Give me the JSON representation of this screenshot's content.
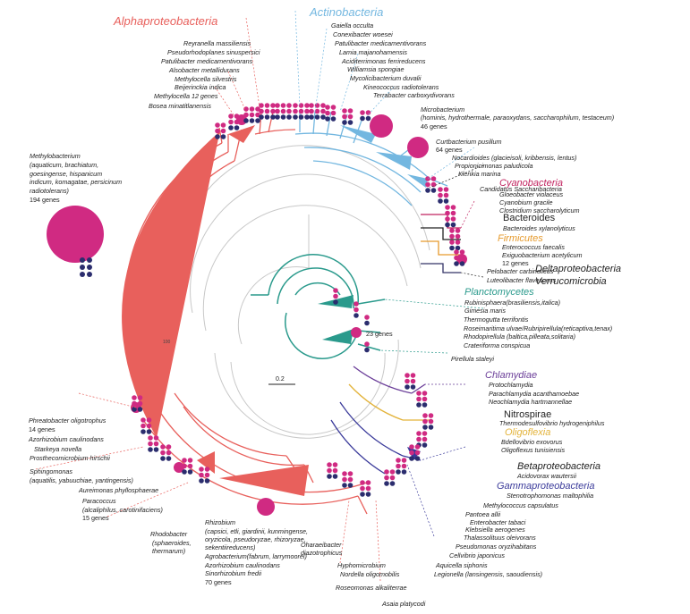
{
  "scale_bar": "0.2",
  "bootstrap": "100",
  "colors": {
    "alpha": "#e8605c",
    "actino": "#73b7e0",
    "cyano": "#c1235f",
    "firmicutes": "#e69a2c",
    "plancto": "#2a9a8c",
    "chlamydiae": "#6a3d98",
    "oligoflexia": "#e3b33a",
    "gamma": "#3a3a9a",
    "magenta": "#d02a82",
    "navy": "#2b2d6e",
    "dark": "#222222"
  },
  "groups": {
    "alpha": "Alphaproteobacteria",
    "actino": "Actinobacteria",
    "cyano": "Cyanobacteria",
    "bacteroides": "Bacteroides",
    "firmicutes": "Firmicutes",
    "delta": "Deltaproteobacteria",
    "verruco": "Verrucomicrobia",
    "plancto": "Planctomycetes",
    "chlamydiae": "Chlamydiae",
    "nitrospirae": "Nitrospirae",
    "oligoflexia": "Oligoflexia",
    "beta": "Betaproteobacteria",
    "gamma": "Gammaproteobacteria"
  },
  "labels": {
    "a1": "Reyranella massiliensis",
    "a2": "Pseudorhodoplanes sinuspersici",
    "a3": "Patulibacter medicamentivorans",
    "a4": "Alsobacter metallidurans",
    "a5": "Methylocella silvestris",
    "a6": "Beijerinckia indica",
    "a7": "Methylocella 12 genes",
    "a8": "Bosea minatitlanensis",
    "ac1": "Gaiella occulta",
    "ac2": "Conexibacter woesei",
    "ac3": "Patulibacter medicamentivorans",
    "ac4": "Lamia majanohamensis",
    "ac5": "Aciditerrimonas ferrireducens",
    "ac6": "Williamsia spongiae",
    "ac7": "Mycolicibacterium duvalii",
    "ac8": "Kineococcus radiotolerans",
    "ac9": "Terrabacter carboxydivorans",
    "mic1": "Microbacterium",
    "mic2": "(hominis, hydrothermale, paraoxydans, saccharophilum, testaceum)",
    "mic3": "46 genes",
    "cur1": "Curtbacterium pusillum",
    "cur2": "64 genes",
    "noc": "Nocardioides (glacieisoli, kribbensis, lentus)",
    "pro": "Propionicimonas paludicola",
    "kle": "Klenkia marina",
    "cs": "Candidatus Saccharibacteria",
    "gv": "Gloeobacter violaceus",
    "cg": "Cyanobium gracile",
    "cls": "Clostridium saccharolyticum",
    "bx": "Bacteroides xylanolyticus",
    "ef": "Enterococcus faecalis",
    "ea1": "Exiguobacterium acetylicum",
    "ea2": "12 genes",
    "pc": "Pelobacter carbinolicus",
    "lf": "Luteolibacter flavescens",
    "rub": "Rubinisphaera(brasiliensis,italica)",
    "gm": "Gimesia maris",
    "tt": "Thermogutta terrifontis",
    "rm": "Roseimaritima ulvae/Rubripirellula(reticaptiva,tenax)",
    "rp": "Rhodopirellula (baltica,pilleata,solitaria)",
    "cc": "Crateriforma conspicua",
    "p23": "23 genes",
    "ps": "Pirellula staleyi",
    "pch": "Protochlamydia",
    "pac": "Parachlamydia acanthamoebae",
    "nh": "Neochlamydia hartmannellae",
    "thd": "Thermodesulfovibrio hydrogeniphilus",
    "be": "Bdellovibrio exovorus",
    "ot": "Oligoflexus tunisiensis",
    "aw": "Acidovorax wautersii",
    "sm": "Stenotrophomonas maltophilia",
    "mca": "Methylococcus capsulatus",
    "pa": "Pantoea allii",
    "et": "Enterobacter tabaci",
    "ka": "Klebsiella aerogenes",
    "to": "Thalassolituus oleivorans",
    "po": "Pseudomonas oryzihabitans",
    "cj": "Cellvibrio japonicus",
    "as": "Aquicella siphonis",
    "leg": "Legionella (lansingensis, saoudiensis)",
    "ap": "Asaia platycodi",
    "ra": "Roseomonas alkaliterrae",
    "no": "Nordella oligomobilis",
    "hy": "Hyphomicrobium",
    "od1": "Oharaeibacter",
    "od2": "diazotrophicus",
    "mb1": "Methylobacterium",
    "mb2": "(aquaticum, brachiatum,",
    "mb3": "goesingense, hispanicum",
    "mb4": "indicum, komagatae, persicinum",
    "mb5": "radiotolerans)",
    "mb6": "194 genes",
    "ph1": "Phreatobacter oligotrophus",
    "ph2": "14 genes",
    "azc": "Azorhizobium caulinodans",
    "sn": "Starkeya novella",
    "phs": "Prosthecomicrobium hirschii",
    "sp1": "Sphingomonas",
    "sp2": "(aquatilis, yabuuchiae, yantingensis)",
    "aur": "Aureimonas phyllosphaerae",
    "pcc1": "Paracoccus",
    "pcc2": "(alcaliphilus, carotinifaciens)",
    "pcc3": "15 genes",
    "rb1": "Rhodobacter",
    "rb2": "(sphaeroides,",
    "rb3": "thermarum)",
    "rz1": "Rhizobium",
    "rz2": "(capsici, etli, giardinii, kunmingense,",
    "rz3": "oryzicola, pseudoryzae, rhizoryzae,",
    "rz4": "sekentiireducens)",
    "rz5": "Agrobacterium(fabrum, larrymoorei)",
    "rz6": "Azorhizobium caulinodans",
    "rz7": "Sinorhizobium fredii",
    "rz8": "70 genes"
  }
}
